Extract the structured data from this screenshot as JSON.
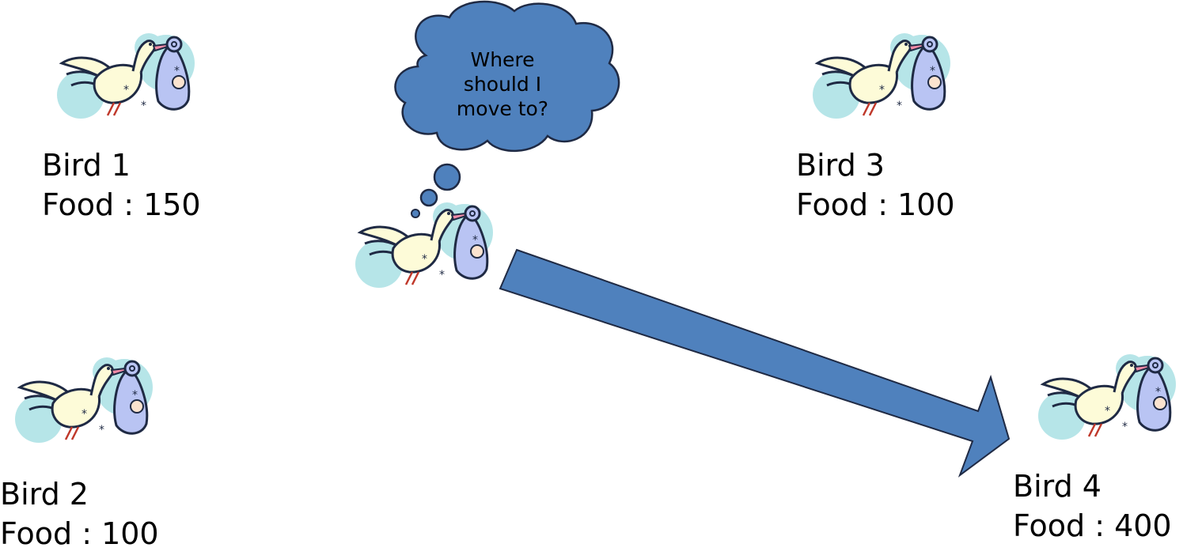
{
  "diagram": {
    "thought": {
      "line1": "Where",
      "line2": "should I",
      "line3": "move to?"
    },
    "birds": [
      {
        "name": "Bird 1",
        "food": "Food : 150"
      },
      {
        "name": "Bird 2",
        "food": "Food : 100"
      },
      {
        "name": "Bird 3",
        "food": "Food : 100"
      },
      {
        "name": "Bird 4",
        "food": "Food : 400"
      }
    ],
    "colors": {
      "cloud_fill": "#4f81bd",
      "arrow_fill": "#4f81bd",
      "outline": "#1f2a44",
      "bird_body": "#fdfbd8",
      "bubble_bg": "#b6e5e8",
      "bag": "#b9c4f3"
    }
  }
}
